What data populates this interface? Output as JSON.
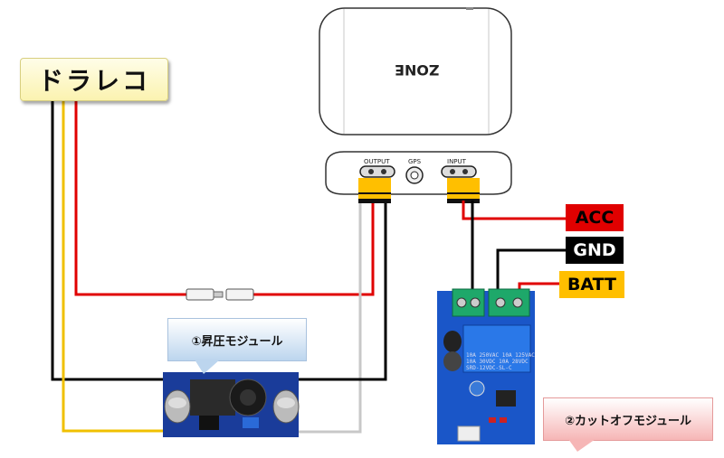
{
  "dashcam_label": "ドラレコ",
  "device": {
    "brand": "ZONE",
    "ports": {
      "output": "OUTPUT",
      "gps": "GPS",
      "input": "INPUT"
    }
  },
  "terminals": {
    "acc": "ACC",
    "gnd": "GND",
    "batt": "BATT"
  },
  "callouts": {
    "boost_module": "①昇圧モジュール",
    "cutoff_module": "②カットオフモジュール"
  },
  "relay_text": [
    "10A 250VAC 10A 125VAC",
    "10A 30VDC 10A 28VDC",
    "SRD-12VDC-SL-C"
  ],
  "colors": {
    "red": "#e00000",
    "black": "#000000",
    "yellow": "#f0c000",
    "gray": "#c8c8c8"
  }
}
